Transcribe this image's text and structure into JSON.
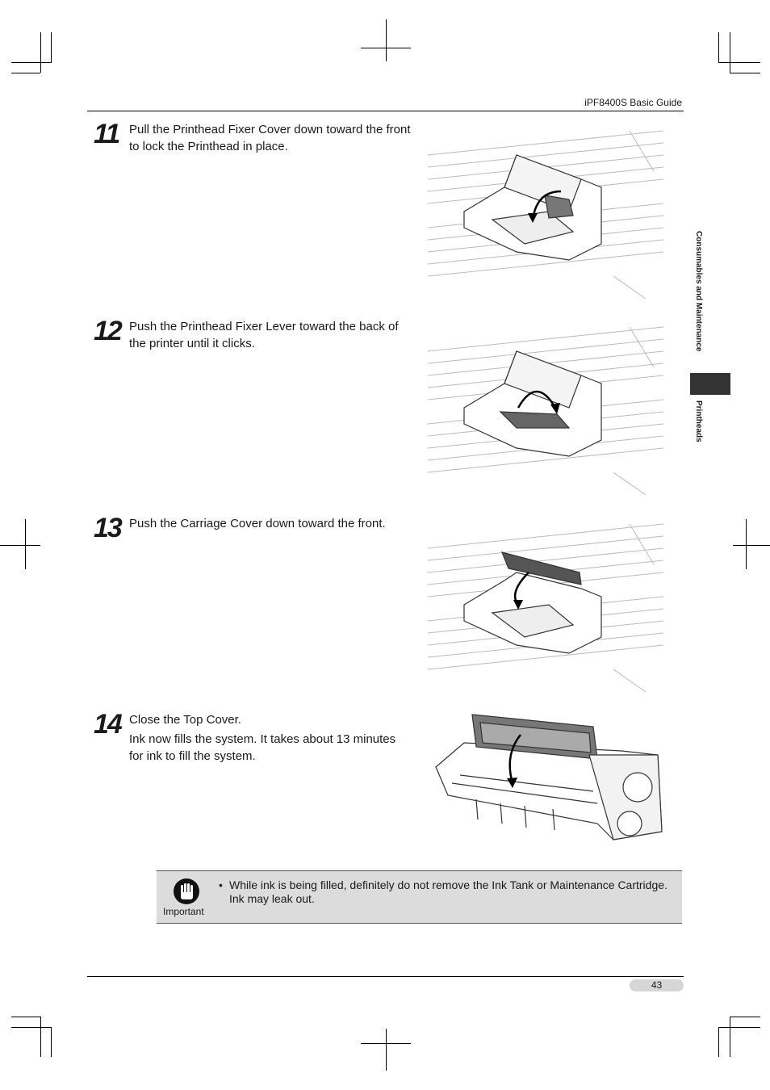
{
  "header": {
    "guide_title": "iPF8400S Basic Guide"
  },
  "side": {
    "chapter": "Consumables and Maintenance",
    "section": "Printheads"
  },
  "steps": [
    {
      "number": "11",
      "lines": [
        "Pull the Printhead Fixer Cover down toward the front to lock the Printhead in place."
      ]
    },
    {
      "number": "12",
      "lines": [
        "Push the Printhead Fixer Lever toward the back of the printer until it clicks."
      ]
    },
    {
      "number": "13",
      "lines": [
        "Push the Carriage Cover down toward the front."
      ]
    },
    {
      "number": "14",
      "lines": [
        "Close the Top Cover.",
        "Ink now fills the system. It takes about 13 minutes for ink to fill the system."
      ]
    }
  ],
  "important": {
    "label": "Important",
    "bullet": "•",
    "text": "While ink is being filled, definitely do not remove the Ink Tank or Maintenance Cartridge. Ink may leak out."
  },
  "footer": {
    "page_number": "43"
  },
  "colors": {
    "tab": "#333333",
    "note_bg": "#dcdcdc",
    "page_pill": "#d6d6d6"
  }
}
